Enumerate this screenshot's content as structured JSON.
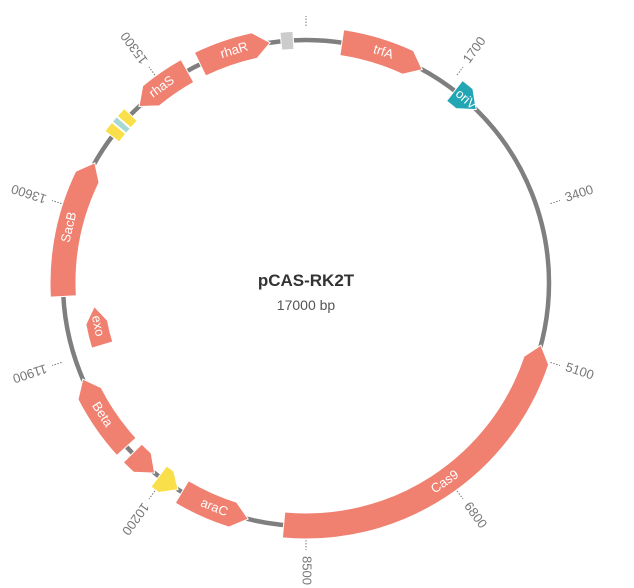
{
  "plasmid": {
    "name": "pCAS-RK2T",
    "size_label": "17000 bp",
    "length": 17000
  },
  "colors": {
    "gene": "#f08070",
    "origin": "#22a6b3",
    "promoter": "#f9e04a",
    "terminator": "#cccccc",
    "misc": "#a7d8d3",
    "backbone": "#7f7f7f"
  },
  "ticks": [
    {
      "pos": 1700,
      "label": "1700"
    },
    {
      "pos": 3400,
      "label": "3400"
    },
    {
      "pos": 5100,
      "label": "5100"
    },
    {
      "pos": 6800,
      "label": "6800"
    },
    {
      "pos": 8500,
      "label": "8500"
    },
    {
      "pos": 10200,
      "label": "10200"
    },
    {
      "pos": 11900,
      "label": "11900"
    },
    {
      "pos": 13600,
      "label": "13600"
    },
    {
      "pos": 15300,
      "label": "15300"
    },
    {
      "pos": 0,
      "label": ""
    }
  ],
  "features": [
    {
      "id": "trfA",
      "label": "trfA",
      "start": 400,
      "end": 1350,
      "strand": 1,
      "kind": "gene"
    },
    {
      "id": "oriV",
      "label": "oriV",
      "start": 1780,
      "end": 2100,
      "strand": 1,
      "kind": "origin"
    },
    {
      "id": "Cas9",
      "label": "Cas9",
      "start": 4950,
      "end": 8750,
      "strand": -1,
      "kind": "gene"
    },
    {
      "id": "araC",
      "label": "araC",
      "start": 9150,
      "end": 9950,
      "strand": -1,
      "kind": "gene"
    },
    {
      "id": "pBAD",
      "label": "",
      "start": 10000,
      "end": 10260,
      "strand": -1,
      "kind": "promoter"
    },
    {
      "id": "unk1",
      "label": "",
      "start": 10320,
      "end": 10650,
      "strand": -1,
      "kind": "gene"
    },
    {
      "id": "Beta",
      "label": "Beta",
      "start": 10750,
      "end": 11650,
      "strand": 1,
      "kind": "gene"
    },
    {
      "id": "SacB",
      "label": "SacB",
      "start": 12600,
      "end": 14150,
      "strand": 1,
      "kind": "gene"
    },
    {
      "id": "promA",
      "label": "",
      "start": 14500,
      "end": 14620,
      "strand": 1,
      "kind": "promoter"
    },
    {
      "id": "miscA",
      "label": "",
      "start": 14630,
      "end": 14700,
      "strand": 1,
      "kind": "misc"
    },
    {
      "id": "promB",
      "label": "",
      "start": 14710,
      "end": 14820,
      "strand": 1,
      "kind": "promoter"
    },
    {
      "id": "rhaS",
      "label": "rhaS",
      "start": 14950,
      "end": 15620,
      "strand": -1,
      "kind": "gene"
    },
    {
      "id": "rhaR",
      "label": "rhaR",
      "start": 15780,
      "end": 16600,
      "strand": 1,
      "kind": "gene"
    },
    {
      "id": "term",
      "label": "",
      "start": 16720,
      "end": 16860,
      "strand": 1,
      "kind": "terminator"
    }
  ],
  "inner_features": [
    {
      "id": "exo",
      "label": "exo",
      "start": 11950,
      "end": 12450,
      "strand": 1,
      "kind": "gene"
    }
  ]
}
